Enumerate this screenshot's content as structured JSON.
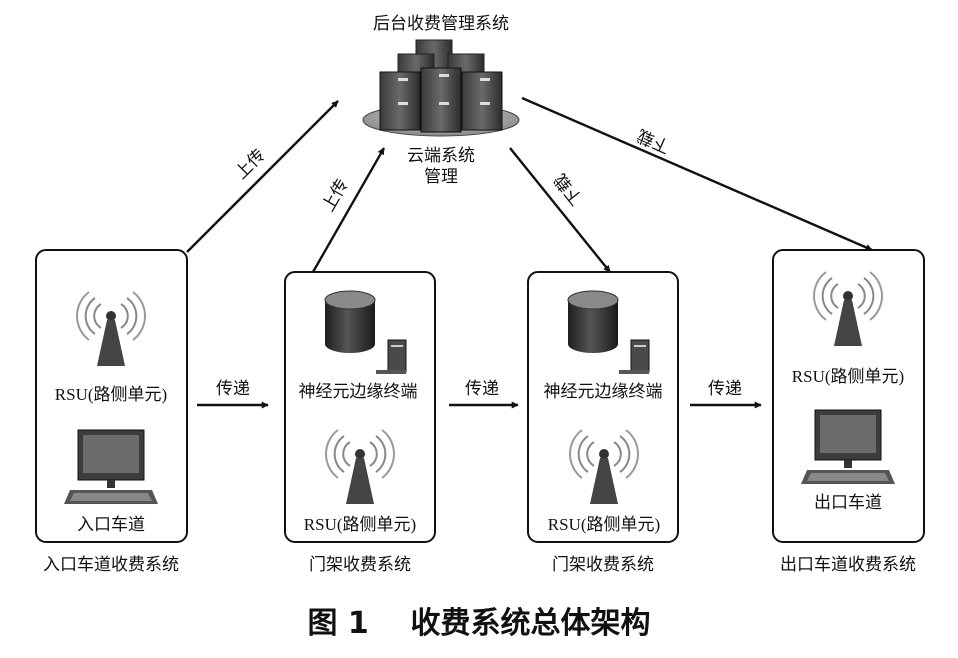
{
  "diagram": {
    "cloud": {
      "title": "后台收费管理系统",
      "label_line1": "云端系统",
      "label_line2": "管理"
    },
    "systems": {
      "entry": {
        "caption": "入口车道收费系统",
        "rsu_label": "RSU(路侧单元)",
        "terminal_label": "入口车道"
      },
      "gantry1": {
        "caption": "门架收费系统",
        "edge_label": "神经元边缘终端",
        "rsu_label": "RSU(路侧单元)"
      },
      "gantry2": {
        "caption": "门架收费系统",
        "edge_label": "神经元边缘终端",
        "rsu_label": "RSU(路侧单元)"
      },
      "exit": {
        "caption": "出口车道收费系统",
        "rsu_label": "RSU(路侧单元)",
        "terminal_label": "出口车道"
      }
    },
    "edges": {
      "entry_to_cloud": "上传",
      "gantry1_to_cloud": "上传",
      "cloud_to_gantry2": "下载",
      "cloud_to_exit": "下载",
      "entry_to_gantry1": "传递",
      "gantry1_to_gantry2": "传递",
      "gantry2_to_exit": "传递"
    },
    "figure_caption": "图 1    收费系统总体架构"
  }
}
